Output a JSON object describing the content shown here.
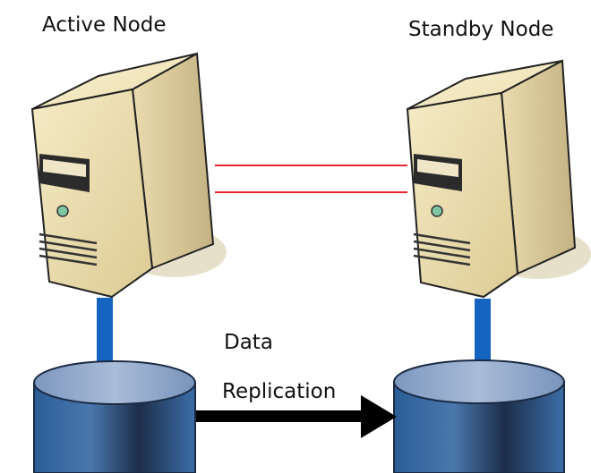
{
  "nodes": {
    "active": {
      "label": "Active Node"
    },
    "standby": {
      "label": "Standby Node"
    }
  },
  "replication": {
    "line1": "Data",
    "line2": "Replication"
  },
  "colors": {
    "heartbeat": "#e8272a",
    "uplink": "#1565c0",
    "disk_side": "#2f5f8f",
    "disk_top": "#8fa7c7",
    "arrow": "#000000",
    "server_front": "#efe2b5",
    "server_side": "#c8b98a",
    "server_top": "#f6ecc8"
  }
}
